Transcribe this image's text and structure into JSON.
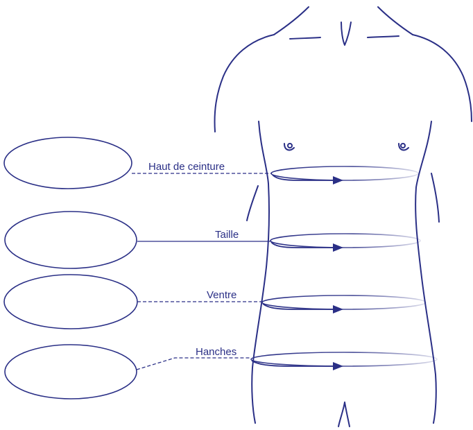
{
  "colors": {
    "ink": "#2a2f86",
    "background": "#ffffff"
  },
  "labels": {
    "haut_de_ceinture": "Haut de ceinture",
    "taille": "Taille",
    "ventre": "Ventre",
    "hanches": "Hanches"
  },
  "icons": {
    "body": "torso-outline-icon",
    "arrow": "arrow-right-icon"
  }
}
